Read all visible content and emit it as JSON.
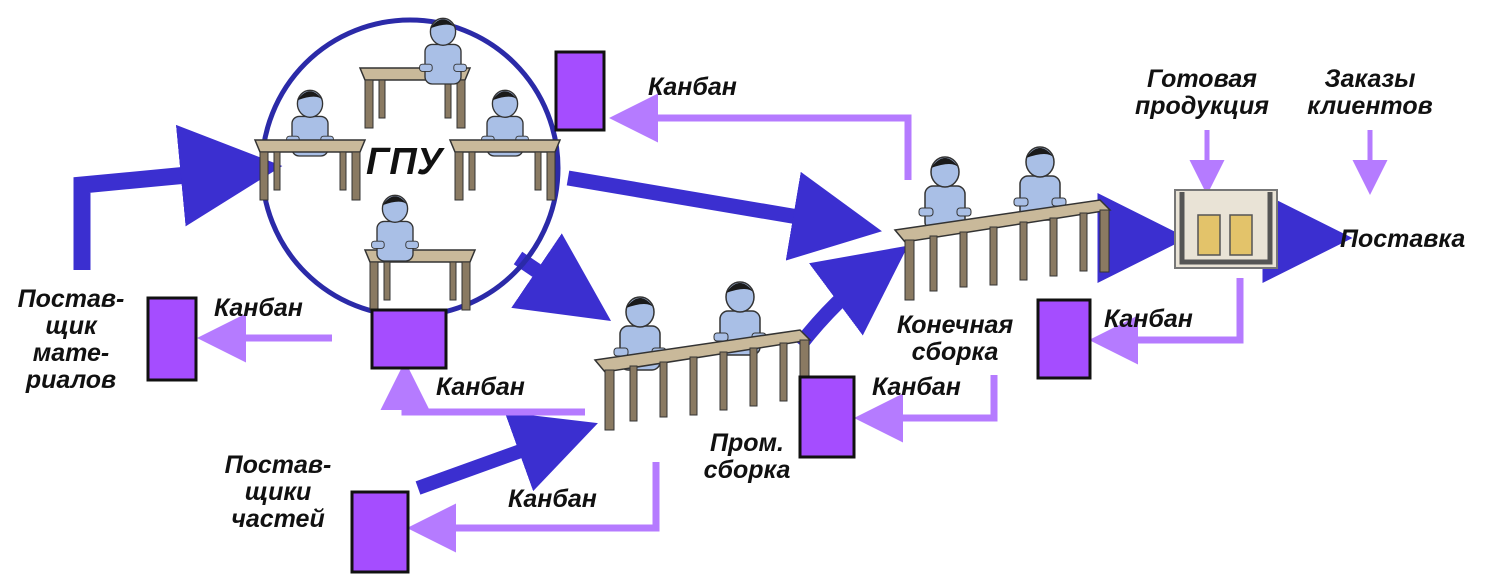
{
  "labels": {
    "gpu": "ГПУ",
    "kanban": "Канбан",
    "materials_supplier": "Постав-\nщик\nмате-\nриалов",
    "parts_suppliers": "Постав-\nщики\nчастей",
    "intermediate_assembly": "Пром.\nсборка",
    "final_assembly": "Конечная\nсборка",
    "finished_goods": "Готовая\nпродукция",
    "customer_orders": "Заказы\nклиентов",
    "delivery": "Поставка"
  },
  "colors": {
    "material_flow": "#3b2fd0",
    "kanban_flow": "#b57bff",
    "kanban_card": "#a54dff",
    "card_border": "#111111",
    "worker": "#a9bfe6",
    "table_top": "#c9b99a",
    "table_legs": "#8a7a62",
    "cell_ring": "#2b2aa8"
  }
}
